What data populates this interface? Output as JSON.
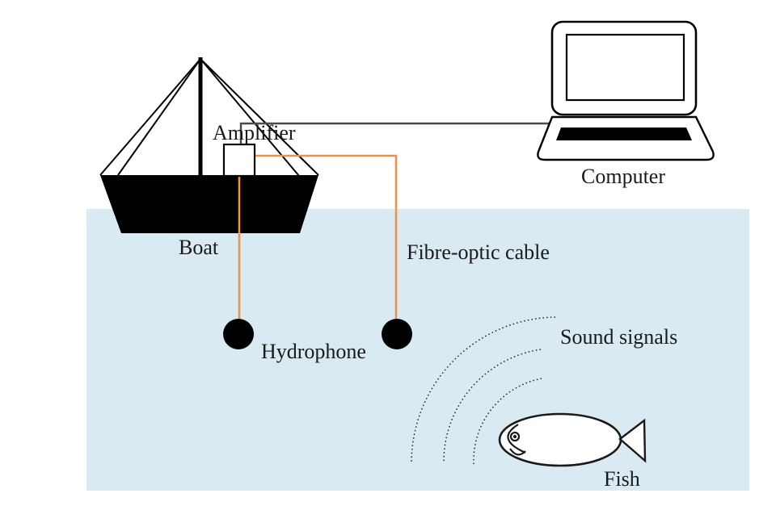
{
  "labels": {
    "amplifier": "Amplifier",
    "computer": "Computer",
    "boat": "Boat",
    "fibre_optic_cable": "Fibre-optic cable",
    "hydrophone": "Hydrophone",
    "sound_signals": "Sound signals",
    "fish": "Fish"
  },
  "colors": {
    "background": "#ffffff",
    "water": "#daeaf2",
    "cable_orange": "#f0914a",
    "signal_wire_gray": "#4a4a4a",
    "ink": "#000000",
    "label_text": "#1a1a1a"
  },
  "icons": {
    "boat": "black-sailboat-silhouette",
    "computer": "laptop-outline",
    "amplifier": "small-white-box",
    "hydrophone": "black-circle-on-cable",
    "fish": "fish-outline",
    "sound_signals": "dotted-concentric-arcs",
    "fibre_optic_cable": "orange-line",
    "signal_wire": "gray-line"
  }
}
